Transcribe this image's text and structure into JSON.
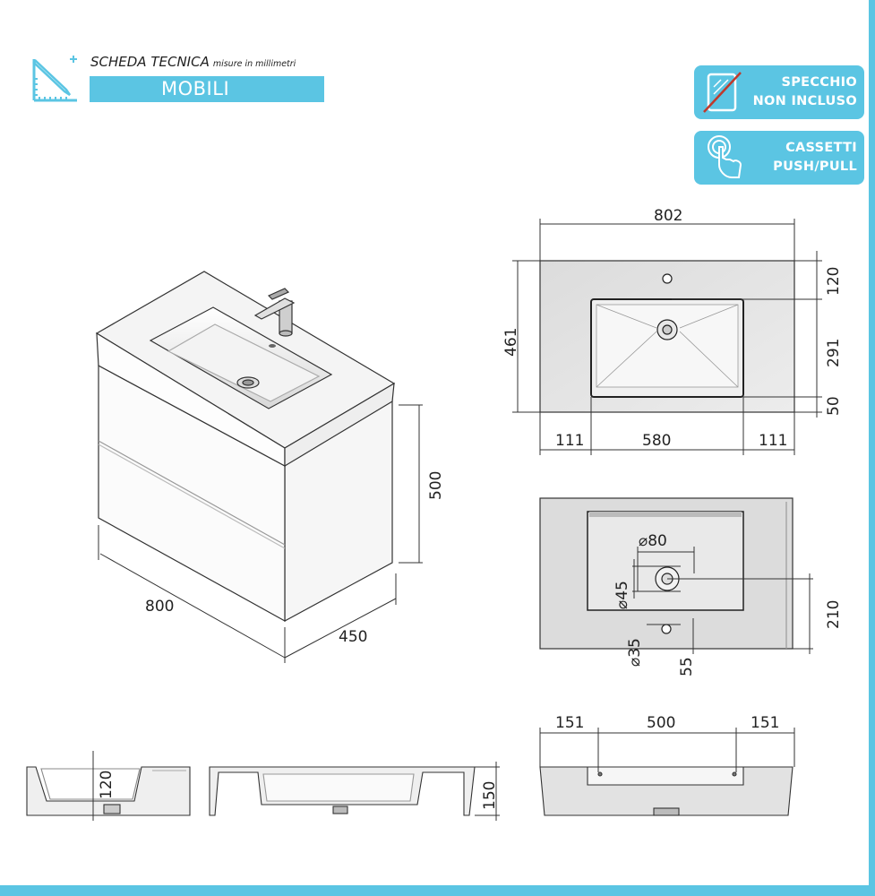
{
  "header": {
    "title": "SCHEDA TECNICA",
    "subtitle": "misure in millimetri",
    "banner": "MOBILI"
  },
  "badges": [
    {
      "line1": "SPECCHIO",
      "line2": "NON INCLUSO",
      "icon": "mirror-crossed-icon"
    },
    {
      "line1": "CASSETTI",
      "line2": "PUSH/PULL",
      "icon": "push-touch-icon"
    }
  ],
  "dimensions": {
    "width": "800",
    "depth": "450",
    "height": "500",
    "top_width": "802",
    "top_depth": "461",
    "top_left_offset": "111",
    "basin_width": "580",
    "top_right_offset": "111",
    "tap_hole_offset": "120",
    "basin_length": "291",
    "front_margin": "50",
    "drain_diameter": "⌀80",
    "drain_hole": "⌀45",
    "tap_hole_diameter": "⌀35",
    "tap_offset": "55",
    "drain_position": "210",
    "basin_depth": "120",
    "top_height": "150",
    "back_left": "151",
    "back_center": "500",
    "back_right": "151"
  },
  "colors": {
    "accent": "#5bc5e3",
    "line": "#333333",
    "fill_light": "#e4e4e4"
  }
}
